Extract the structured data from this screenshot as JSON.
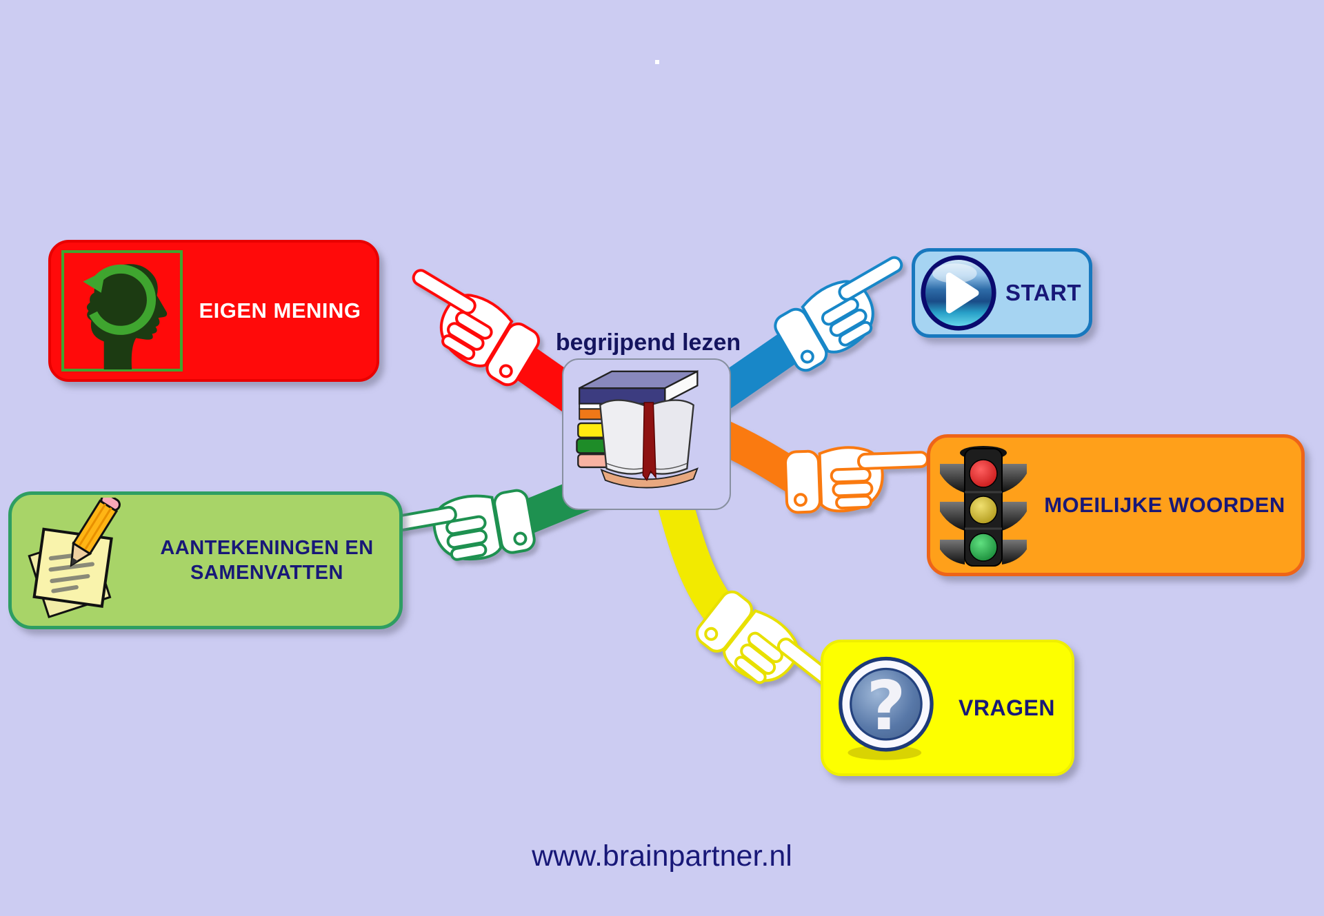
{
  "page": {
    "background_color": "#CCCCF2"
  },
  "center": {
    "title": "begrijpend lezen",
    "icon": "books-open-book-icon",
    "box_fill": "#CCCCF2",
    "box_border": "#8890A0"
  },
  "nodes": {
    "eigen_mening": {
      "label": "EIGEN MENING",
      "icon": "thinking-head-icon",
      "fill": "#FF0A0A",
      "border": "#E80000",
      "text_color": "#FFFFFF",
      "branch_color": "#FF0A0A",
      "position": "top-left"
    },
    "aantekeningen": {
      "label": "AANTEKENINGEN EN SAMENVATTEN",
      "label_line1": "AANTEKENINGEN EN",
      "label_line2": "SAMENVATTEN",
      "icon": "notes-and-pencil-icon",
      "fill": "#A8D468",
      "border": "#2E9E62",
      "text_color": "#181878",
      "branch_color": "#1E9150",
      "position": "bottom-left"
    },
    "start": {
      "label": "START",
      "icon": "play-button-icon",
      "fill": "#A6D4F2",
      "border": "#1878BE",
      "text_color": "#181878",
      "branch_color": "#1887C8",
      "position": "top-right"
    },
    "moeilijke_woorden": {
      "label": "MOEILIJKE WOORDEN",
      "icon": "traffic-light-icon",
      "fill": "#FFA01A",
      "border": "#EE6418",
      "text_color": "#181878",
      "branch_color": "#FA7A10",
      "position": "right"
    },
    "vragen": {
      "label": "VRAGEN",
      "icon": "question-mark-icon",
      "fill": "#FDFF00",
      "border": "#EFEF00",
      "text_color": "#181878",
      "branch_color": "#F2EA00",
      "position": "bottom-right"
    }
  },
  "footer": {
    "website": "www.brainpartner.nl",
    "text_color": "#181878"
  }
}
